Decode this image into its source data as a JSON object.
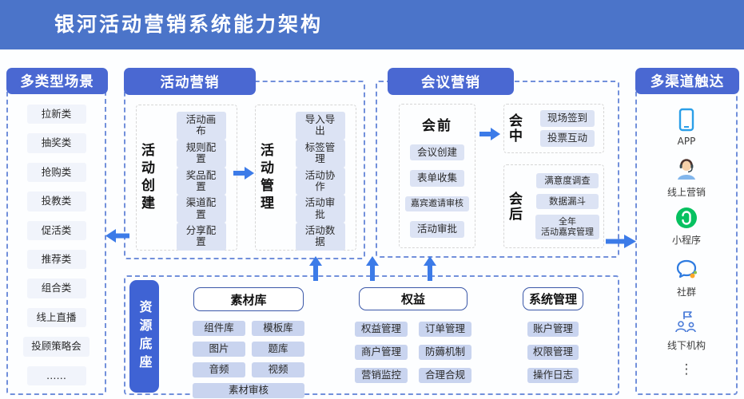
{
  "header": {
    "title": "银河活动营销系统能力架构"
  },
  "scenarios": {
    "title": "多类型场景",
    "items": [
      "拉新类",
      "抽奖类",
      "抢购类",
      "投教类",
      "促活类",
      "推荐类",
      "组合类",
      "线上直播",
      "投顾策略会",
      "……"
    ]
  },
  "activity": {
    "title": "活动营销",
    "creation": {
      "label": "活动创建",
      "items": [
        "活动画布",
        "规则配置",
        "奖品配置",
        "渠道配置",
        "分享配置"
      ]
    },
    "management": {
      "label": "活动管理",
      "items": [
        "导入导出",
        "标签管理",
        "活动协作",
        "活动审批",
        "活动数据"
      ]
    }
  },
  "conference": {
    "title": "会议营销",
    "pre": {
      "label": "会前",
      "items": [
        "会议创建",
        "表单收集",
        "嘉宾邀请审核",
        "活动审批"
      ]
    },
    "during": {
      "label": "会中",
      "items": [
        "现场签到",
        "投票互动"
      ]
    },
    "post": {
      "label": "会后",
      "items": [
        "满意度调查",
        "数据漏斗",
        "全年\n活动嘉宾管理"
      ]
    }
  },
  "resources": {
    "title": "资源底座",
    "material": {
      "title": "素材库",
      "items": [
        "组件库",
        "模板库",
        "图片",
        "题库",
        "音频",
        "视频"
      ],
      "wide": "素材审核"
    },
    "rights": {
      "title": "权益",
      "items": [
        "权益管理",
        "订单管理",
        "商户管理",
        "防薅机制",
        "营销监控",
        "合理合规"
      ]
    },
    "system": {
      "title": "系统管理",
      "items": [
        "账户管理",
        "权限管理",
        "操作日志"
      ]
    }
  },
  "channels": {
    "title": "多渠道触达",
    "items": [
      {
        "icon": "app-icon",
        "label": "APP"
      },
      {
        "icon": "customer-service-icon",
        "label": "线上营销"
      },
      {
        "icon": "mini-program-icon",
        "label": "小程序"
      },
      {
        "icon": "community-icon",
        "label": "社群"
      },
      {
        "icon": "offline-branch-icon",
        "label": "线下机构"
      },
      {
        "icon": "more-icon",
        "label": "⋮"
      }
    ]
  },
  "colors": {
    "topbar": "#4B74C9",
    "section_pill": "#4A68D2",
    "resource_label_bg": "#3F63D4",
    "arrow": "#3C7BE8",
    "chip": "#DCE3F4",
    "chip_light": "#F1F4FB",
    "chip_dark": "#C9D4EF",
    "title_box_border": "#3A57A8",
    "dashed_border": "#7290DB",
    "miniprogram_green": "#07C160",
    "app_blue": "#2B9FE8"
  }
}
